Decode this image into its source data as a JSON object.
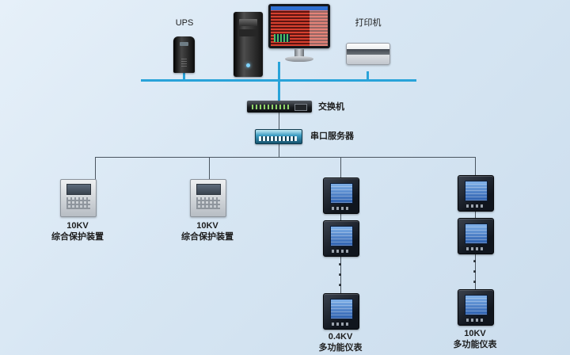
{
  "top": {
    "ups_label": "UPS",
    "printer_label": "打印机"
  },
  "network": {
    "switch_label": "交换机",
    "serial_server_label": "串口服务器"
  },
  "branches": {
    "protection": [
      {
        "kv": "10KV",
        "name": "综合保护装置"
      },
      {
        "kv": "10KV",
        "name": "综合保护装置"
      }
    ],
    "meters": [
      {
        "kv": "0.4KV",
        "name": "多功能仪表",
        "ellipsis": "·\n·\n·"
      },
      {
        "kv": "10KV",
        "name": "多功能仪表",
        "ellipsis": "·\n·\n·"
      }
    ]
  }
}
